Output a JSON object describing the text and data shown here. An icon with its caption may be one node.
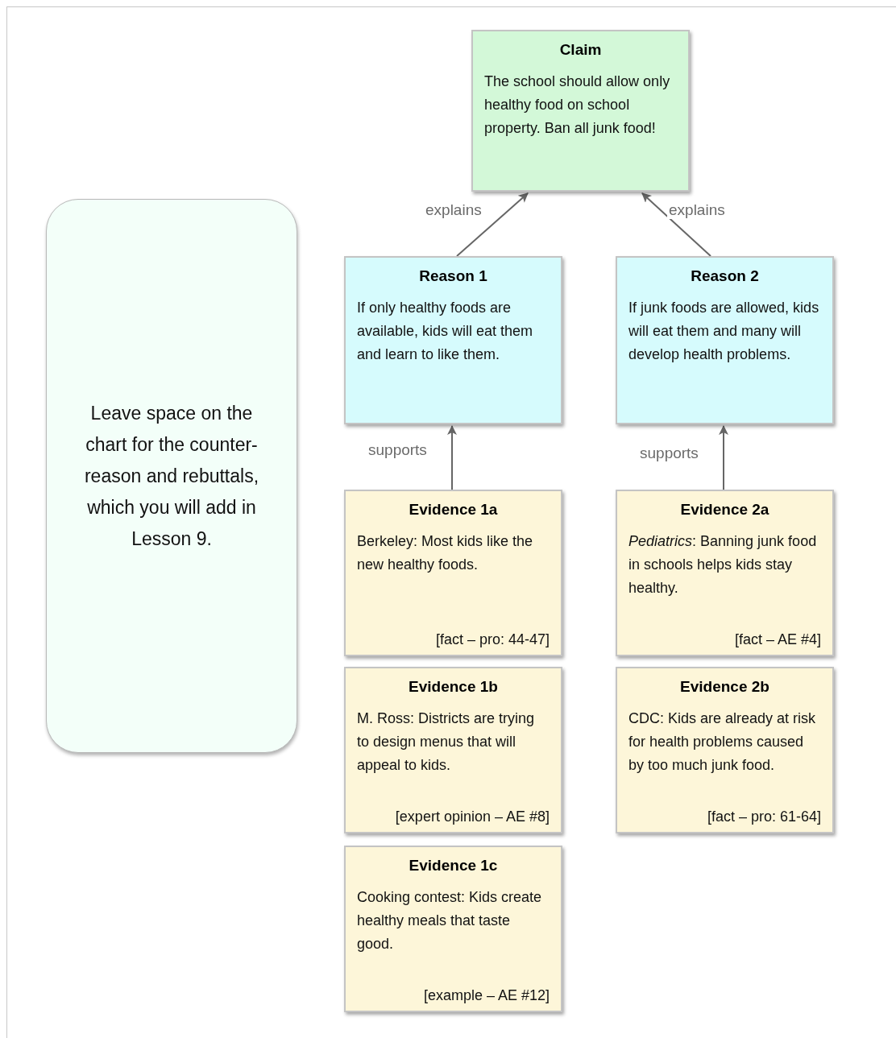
{
  "diagram": {
    "nodes": [
      {
        "text": [
          "Claim",
          "The school should allow only healthy food on school property. Ban all junk food!"
        ]
      },
      {
        "text": [
          "Leave space on the chart for the counter-reason and rebuttals, which you will add in Lesson 9."
        ]
      },
      {
        "text": [
          "Reason 1",
          "If only healthy foods are available, kids will eat them and learn to like them."
        ]
      },
      {
        "text": [
          "Reason 2",
          "If junk foods are allowed, kids will eat them and many will develop health problems."
        ]
      },
      {
        "text": [
          "Evidence 1a",
          "Berkeley: Most kids like the new healthy foods.",
          "[fact – pro: 44-47]"
        ]
      },
      {
        "text": [
          "Evidence 2a",
          "*Pediatrics*: Banning junk food in schools helps kids stay healthy.",
          "[fact – AE #4]"
        ]
      },
      {
        "text": [
          "Evidence 1b",
          "M. Ross: Districts are trying to design menus that will appeal to kids.",
          "[expert opinion – AE #8]"
        ]
      },
      {
        "text": [
          "Evidence 2b",
          "CDC: Kids are already at risk for health problems caused by too much junk food.",
          "[fact – pro: 61-64]"
        ]
      },
      {
        "text": [
          "Evidence 1c",
          "Cooking contest: Kids create healthy meals that taste good.",
          "[example – AE #12]"
        ]
      }
    ],
    "edges": [
      {
        "from": 2,
        "to": 0,
        "arrow": "to",
        "label": "explains"
      },
      {
        "from": 3,
        "to": 0,
        "arrow": "to",
        "label": "explains"
      },
      {
        "from": 4,
        "to": 2,
        "arrow": "to",
        "label": "supports"
      },
      {
        "from": 5,
        "to": 3,
        "arrow": "to",
        "label": "supports"
      }
    ]
  }
}
